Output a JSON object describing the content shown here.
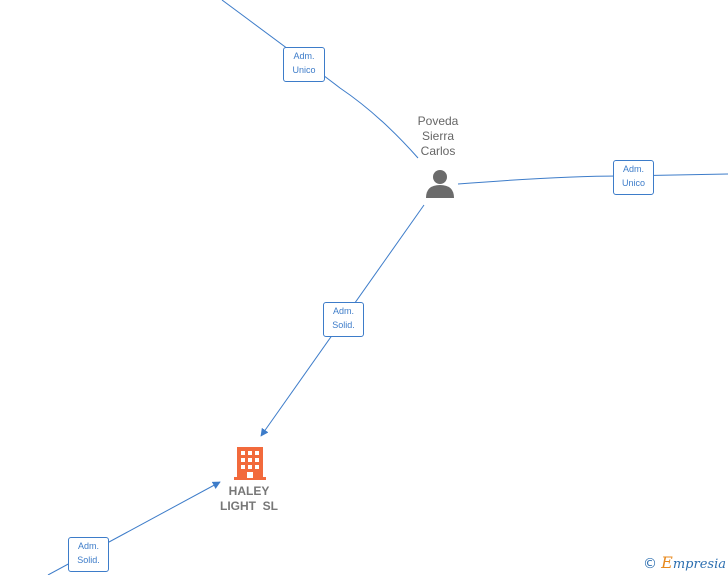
{
  "nodes": {
    "person": {
      "name_lines": [
        "Poveda",
        "Sierra",
        "Carlos"
      ],
      "icon": "person-icon"
    },
    "company": {
      "name_lines": [
        "HALEY",
        "LIGHT  SL"
      ],
      "icon": "building-icon"
    }
  },
  "edges": [
    {
      "id": "top-left",
      "label_lines": [
        "Adm.",
        "Unico"
      ]
    },
    {
      "id": "right",
      "label_lines": [
        "Adm.",
        "Unico"
      ]
    },
    {
      "id": "person-company",
      "label_lines": [
        "Adm.",
        "Solid."
      ]
    },
    {
      "id": "bottom-left",
      "label_lines": [
        "Adm.",
        "Solid."
      ]
    }
  ],
  "footer": {
    "copyright_symbol": "©",
    "brand_first": "E",
    "brand_rest": "mpresia"
  },
  "colors": {
    "edge": "#3d7cc9",
    "company_icon": "#f26a3c",
    "person_icon": "#6b6b6b"
  }
}
